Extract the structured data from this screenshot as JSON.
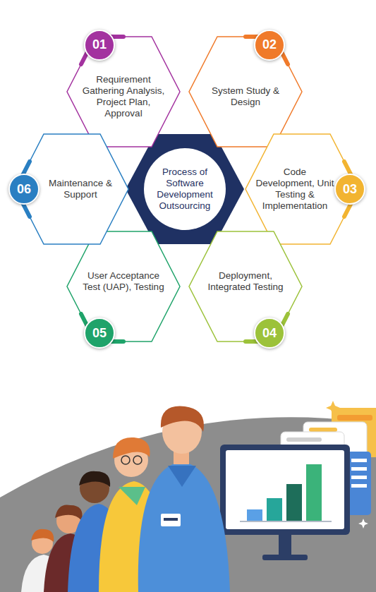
{
  "diagram": {
    "nodes": [
      {
        "text": [
          "Process of Software Development Outsourcing"
        ]
      },
      {
        "text": [
          "01",
          "Requirement Gathering Analysis, Project Plan, Approval"
        ]
      },
      {
        "text": [
          "02",
          "System Study & Design"
        ]
      },
      {
        "text": [
          "03",
          "Code Development, Unit Testing & Implementation"
        ]
      },
      {
        "text": [
          "04",
          "Deployment, Integrated Testing"
        ]
      },
      {
        "text": [
          "05",
          "User Acceptance Test (UAP), Testing"
        ]
      },
      {
        "text": [
          "06",
          "Maintenance & Support"
        ]
      }
    ]
  }
}
